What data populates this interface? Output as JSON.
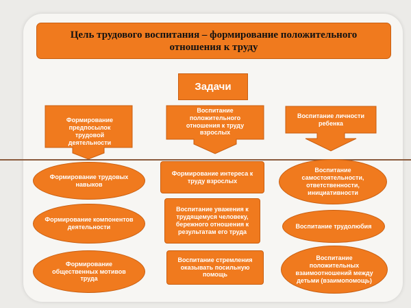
{
  "title": "Цель  трудового воспитания – формирование  положительного отношения к труду",
  "tasks_label": "Задачи",
  "colors": {
    "accent": "#f07a1e",
    "background": "#ecebe8"
  },
  "heads": [
    "Формирование предпосылок  трудовой деятельности",
    "Воспитание положительного отношения к труду взрослых",
    "Воспитание личности ребенка"
  ],
  "left_column": [
    "Формирование трудовых навыков",
    "Формирование компонентов деятельности",
    "Формирование общественных мотивов труда"
  ],
  "middle_column": [
    "Формирование интереса  к труду  взрослых",
    "Воспитание уважения к трудящемуся человеку, бережного отношения к результатам его труда",
    "Воспитание стремления оказывать посильную помощь"
  ],
  "right_column": [
    "Воспитание самостоятельности, ответственности, инициативности",
    "Воспитание трудолюбия",
    "Воспитание положительных взаимоотношений  между  детьми (взаимопомощь)"
  ]
}
